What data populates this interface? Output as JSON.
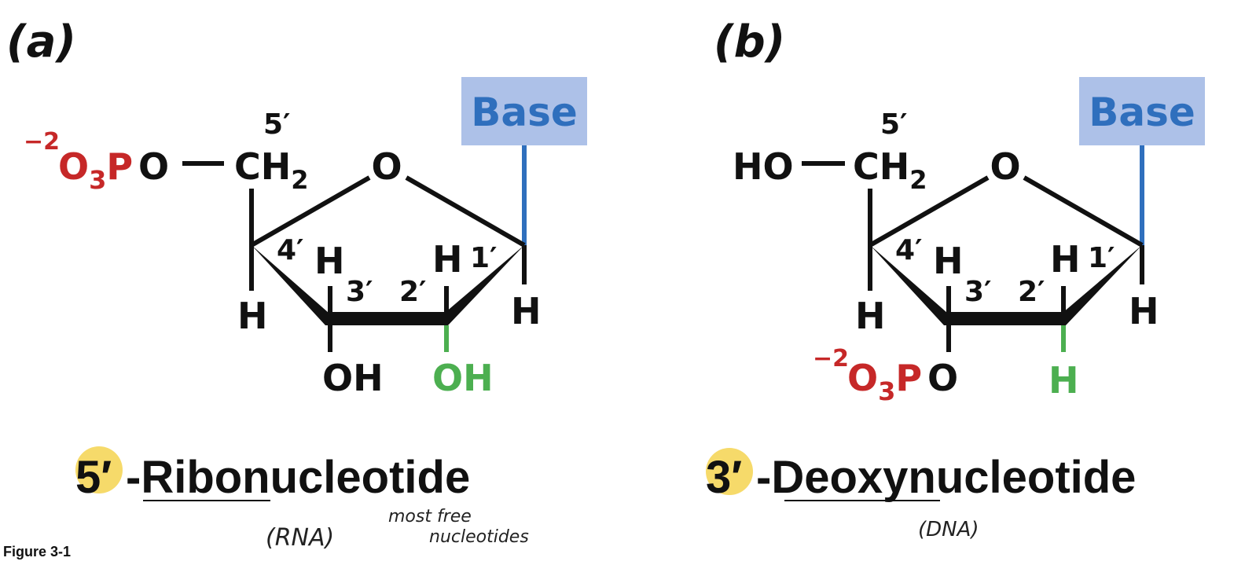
{
  "colors": {
    "black": "#111111",
    "red": "#c62828",
    "blue": "#2f6fbd",
    "green": "#4caf50",
    "base_box": "#adc1e8",
    "highlight": "#f6da6a"
  },
  "panel_a": {
    "label": "(a)",
    "base": "Base",
    "prime5": "5′",
    "prime4": "4′",
    "prime3": "3′",
    "prime2": "2′",
    "prime1": "1′",
    "ring_o": "O",
    "ch": "CH",
    "ch_sub": "2",
    "h": "H",
    "phos_charge": "−2",
    "phos_o": "O",
    "phos_sub": "3",
    "phos_p": "P",
    "phos_link_o": "O",
    "oh3": "OH",
    "oh2": "OH",
    "title_num": "5′",
    "title_rest": "-Ribonucleotide",
    "note1": "(RNA)",
    "note2a": "most free",
    "note2b": "nucleotides"
  },
  "panel_b": {
    "label": "(b)",
    "base": "Base",
    "prime5": "5′",
    "prime4": "4′",
    "prime3": "3′",
    "prime2": "2′",
    "prime1": "1′",
    "ring_o": "O",
    "ho": "HO",
    "ch": "CH",
    "ch_sub": "2",
    "h": "H",
    "phos_charge": "−2",
    "phos_o": "O",
    "phos_sub": "3",
    "phos_p": "P",
    "phos_link_o": "O",
    "h2": "H",
    "title_num": "3′",
    "title_rest": "-Deoxynucleotide",
    "note1": "(DNA)"
  },
  "figure_caption": "Figure 3-1"
}
